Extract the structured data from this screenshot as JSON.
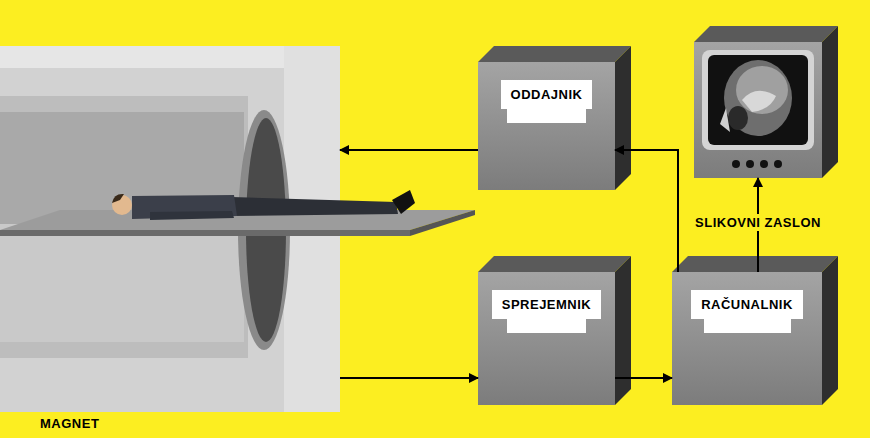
{
  "diagram": {
    "nodes": [
      {
        "text": [
          "MAGNET"
        ]
      },
      {
        "text": [
          "ODDAJNIK"
        ]
      },
      {
        "text": [
          "SLIKOVNI ZASLON"
        ]
      },
      {
        "text": [
          "SPREJEMNIK"
        ]
      },
      {
        "text": [
          "RAČUNALNIK"
        ]
      }
    ],
    "edges": [
      {
        "from": 1,
        "to": 0,
        "arrow": "to"
      },
      {
        "from": 0,
        "to": 3,
        "arrow": "to"
      },
      {
        "from": 3,
        "to": 4,
        "arrow": "to"
      },
      {
        "from": 4,
        "to": 1,
        "arrow": "to"
      },
      {
        "from": 4,
        "to": 2,
        "arrow": "to"
      }
    ]
  }
}
